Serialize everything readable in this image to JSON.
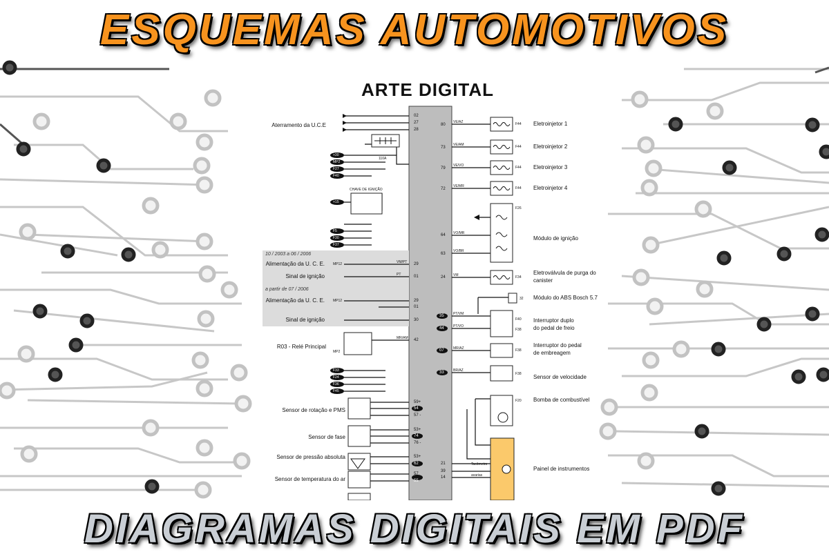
{
  "header": {
    "title": "ESQUEMAS AUTOMOTIVOS"
  },
  "footer": {
    "title": "DIAGRAMAS DIGITAIS EM PDF"
  },
  "diagram": {
    "title": "ARTE DIGITAL",
    "left_labels": {
      "ground": "Aterramento da U.C.E",
      "ignition_switch": "CHAVE DE IGNIÇÃO",
      "range1": "10 / 2003 a 06 / 2006",
      "supply1": "Alimentação da U. C. E.",
      "ign_signal1": "Sinal de ignição",
      "range2": "a partir de 07 / 2006",
      "supply2": "Alimentação da U. C. E.",
      "ign_signal2": "Sinal de ignição",
      "relay": "R03 - Relé Principal",
      "rpm_sensor": "Sensor de rotação e PMS",
      "phase_sensor": "Sensor de fase",
      "map_sensor": "Sensor de pressão absoluta",
      "air_temp": "Sensor de temperatura do ar"
    },
    "right_labels": {
      "inj1": "Eletroinjetor 1",
      "inj2": "Eletroinjetor 2",
      "inj3": "Eletroinjetor 3",
      "inj4": "Eletroinjetor 4",
      "ign_module": "Módulo de ignição",
      "purge_line1": "Eletroválvula de purga do",
      "purge_line2": "canister",
      "abs": "Módulo do ABS Bosch 5.7",
      "brake_line1": "Interruptor duplo",
      "brake_line2": "do pedal de freio",
      "clutch_line1": "Interruptor do pedal",
      "clutch_line2": "de embreagem",
      "speed": "Sensor de velocidade",
      "pump": "Bomba de combustível",
      "panel": "Painel de instrumentos"
    },
    "left_pins": {
      "ground": [
        "02",
        "27",
        "28"
      ],
      "supply1": "29",
      "ign1": "01",
      "supply2a": "29",
      "supply2b": "01",
      "ign2": "30",
      "relay": "42",
      "rpm": [
        "59+",
        "54",
        "57 -"
      ],
      "phase": [
        "53+",
        "74",
        "76 -"
      ],
      "map": [
        "53+",
        "62"
      ],
      "air": [
        "57",
        "55"
      ],
      "panel": [
        "21",
        "39",
        "14"
      ]
    },
    "right_pins": {
      "inj1": "80",
      "inj2": "73",
      "inj3": "79",
      "inj4": "72",
      "ign_mod_a": "64",
      "ign_mod_b": "63",
      "purge": "24",
      "brake_a": "35",
      "brake_b": "44",
      "clutch": "07",
      "speed": "33"
    },
    "fuses": {
      "f44": "F44",
      "f26": "F26",
      "f34": "F34",
      "f40": "F40",
      "f38": "F38",
      "f20": "F20",
      "mp2": "MP2",
      "mp12": "MP12",
      "terminals": [
        "+30",
        "MP2",
        "F27",
        "F40"
      ],
      "terminals2": [
        "+15",
        "F5",
        "F30",
        "F37"
      ],
      "terminals3": [
        "F33",
        "F24",
        "F36",
        "F45"
      ],
      "amp_top": "110A"
    },
    "wire_colors": {
      "inj1": "VE/AZ",
      "inj2": "VE/AM",
      "inj3": "VE/VO",
      "inj4": "VE/MR",
      "ign_a": "VO/MR",
      "ign_b": "VO/BR",
      "purge": "VM",
      "brake_a": "PT/VM",
      "brake_b": "PT/VO",
      "clutch": "MR/AZ",
      "speed": "BR/AZ",
      "supply": "VM/PT",
      "ign": "PT",
      "relay": "MR/AM"
    },
    "panel_info": {
      "tach": "Tacômetro",
      "fault": "avarias",
      "abs_pin": "32"
    }
  },
  "colors": {
    "orange": "#f7931e",
    "silver": "#c9ced4",
    "circuit": "#c8c8c8"
  }
}
